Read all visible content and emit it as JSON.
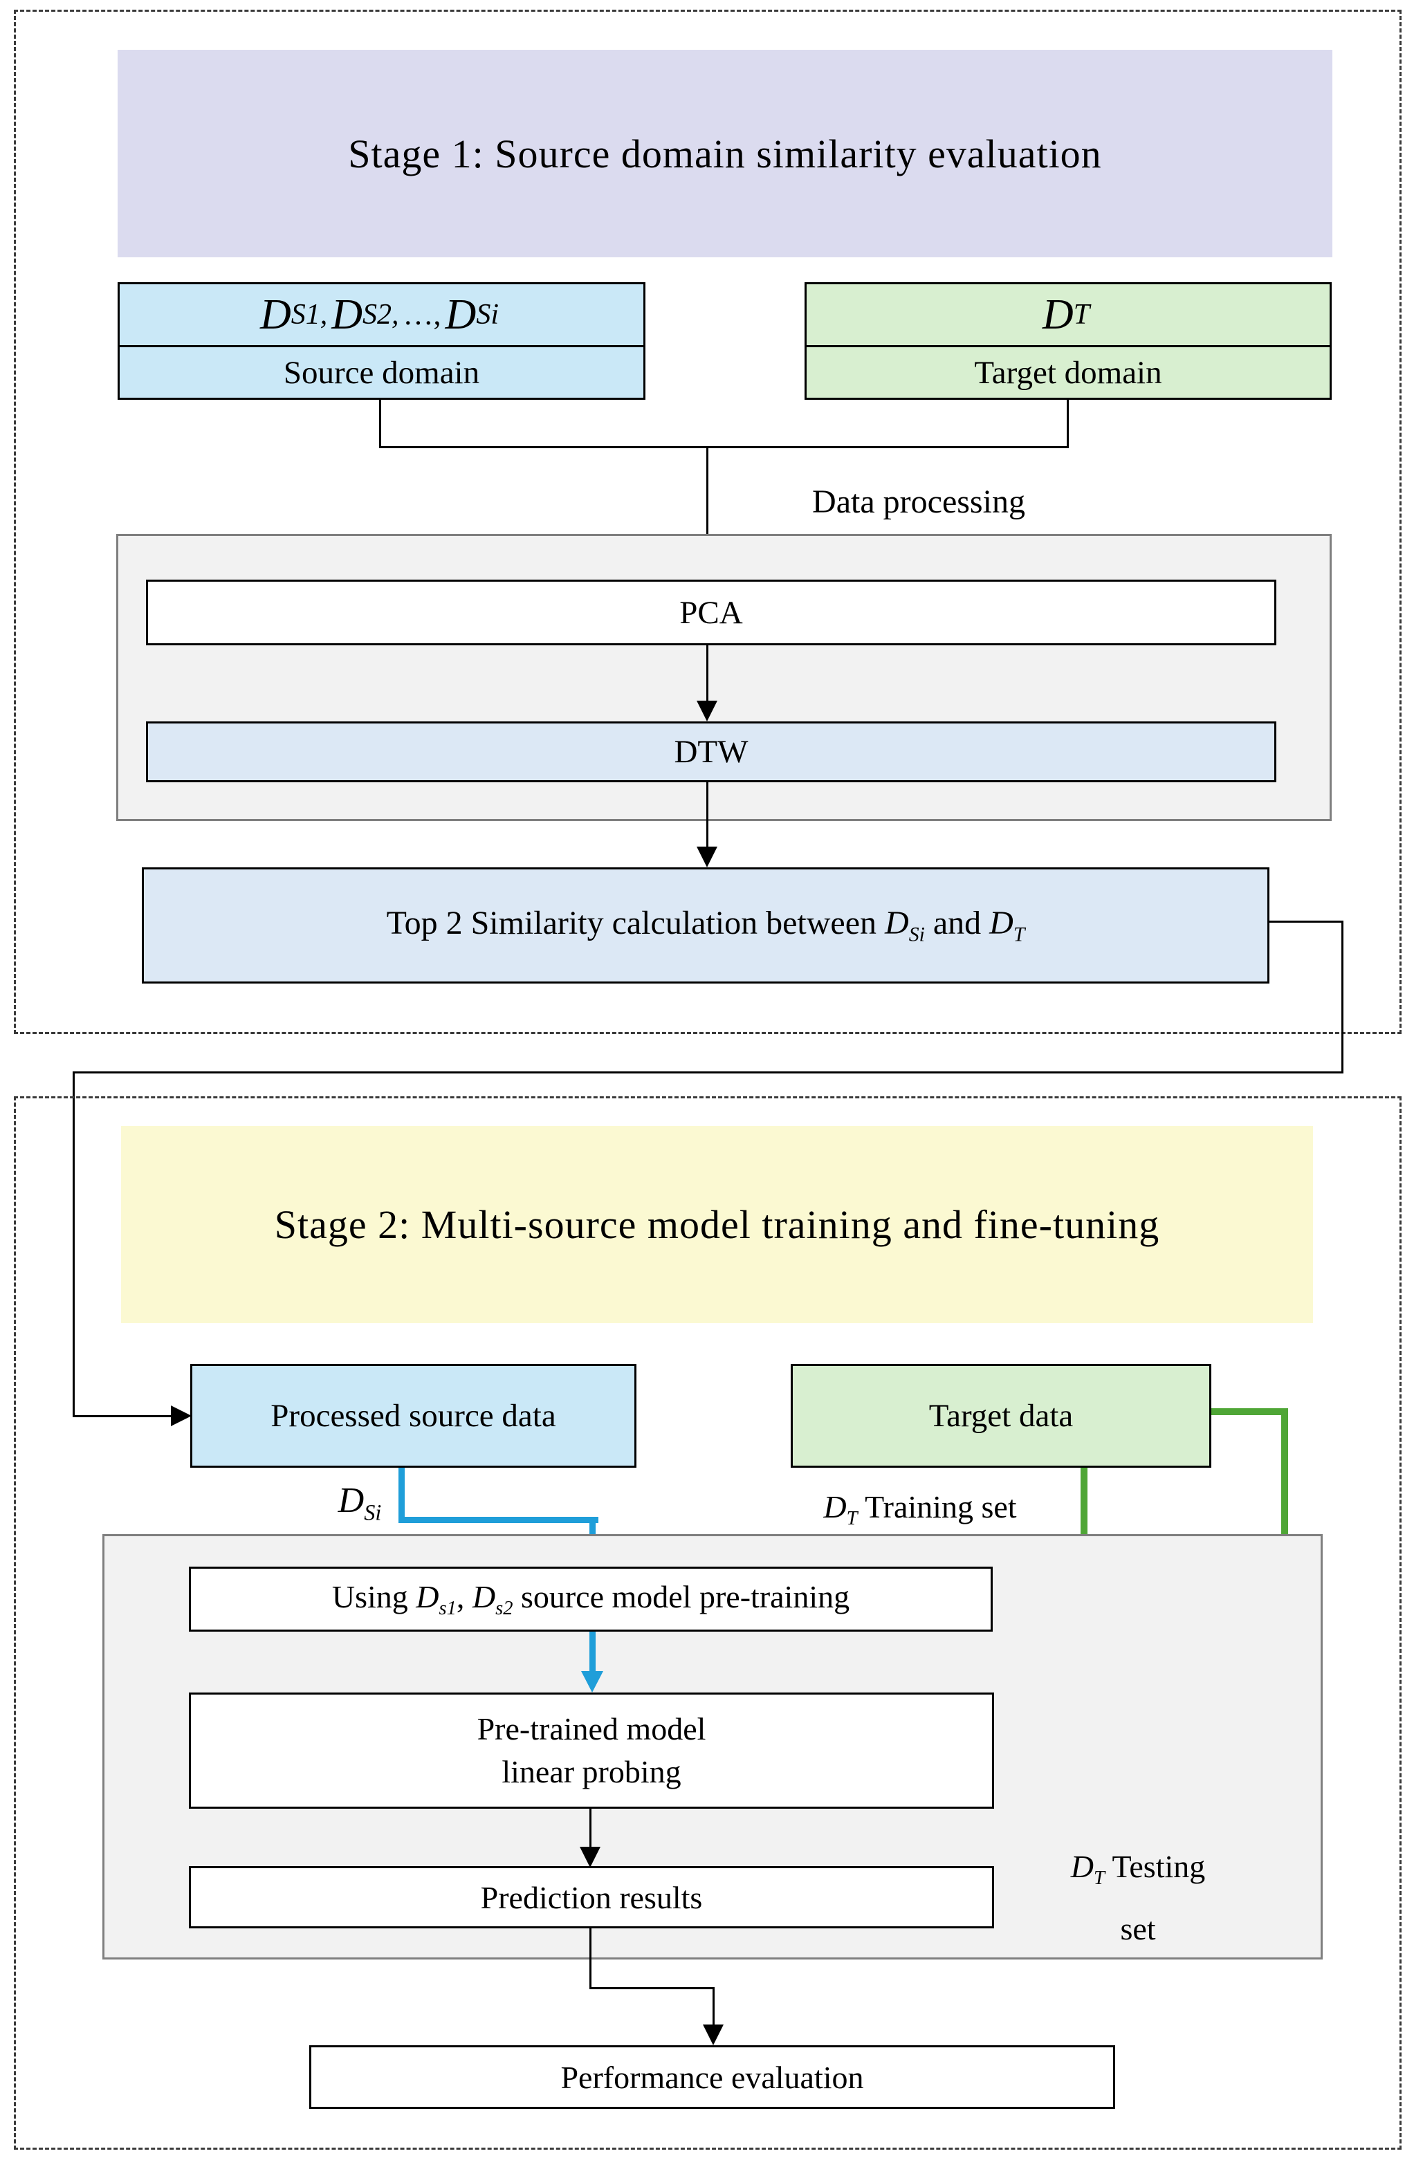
{
  "stage1": {
    "title": "Stage 1: Source domain similarity evaluation",
    "source_box": {
      "math": {
        "d1": "D",
        "s1": "S1,",
        "d2": "D",
        "s2": "S2,",
        "dots": "…,",
        "d3": "D",
        "s3": "Si"
      },
      "label": "Source domain"
    },
    "target_box": {
      "math": {
        "d": "D",
        "s": "T"
      },
      "label": "Target domain"
    },
    "data_processing_label": "Data processing",
    "pca_label": "PCA",
    "dtw_label": "DTW",
    "top2": {
      "t1": "Top 2 Similarity calculation between ",
      "d1": "D",
      "s1": "Si",
      "t2": " and ",
      "d2": "D",
      "s2": "T"
    }
  },
  "stage2": {
    "title": "Stage 2: Multi-source model training and fine-tuning",
    "processed_label": "Processed source data",
    "target_data_label": "Target data",
    "dsi_label": {
      "d": "D",
      "s": "Si"
    },
    "training_label": {
      "d": "D",
      "s": "T",
      "rest": " Training set"
    },
    "using_box": {
      "t1": "Using ",
      "d1": "D",
      "s1": "s1",
      "comma": ", ",
      "d2": "D",
      "s2": "s2",
      "t2": " source model pre-training"
    },
    "pretrained_line1": "Pre-trained model",
    "pretrained_line2": "linear probing",
    "prediction_label": "Prediction results",
    "testing_label": {
      "d": "D",
      "s": "T",
      "t": " Testing",
      "line2": "set"
    },
    "performance_label": "Performance evaluation"
  },
  "colors": {
    "stage1_header_bg": "#dbdbef",
    "stage2_header_bg": "#fbf9d2",
    "source_blue_bg": "#cae8f7",
    "target_green_bg": "#d8efd0",
    "pale_blue_bg": "#dce8f5",
    "group_gray_bg": "#f2f2f2",
    "group_gray_border": "#7f7f7f",
    "blue_arrow": "#1f9ed9",
    "green_arrow": "#4fa636",
    "black": "#000000"
  }
}
